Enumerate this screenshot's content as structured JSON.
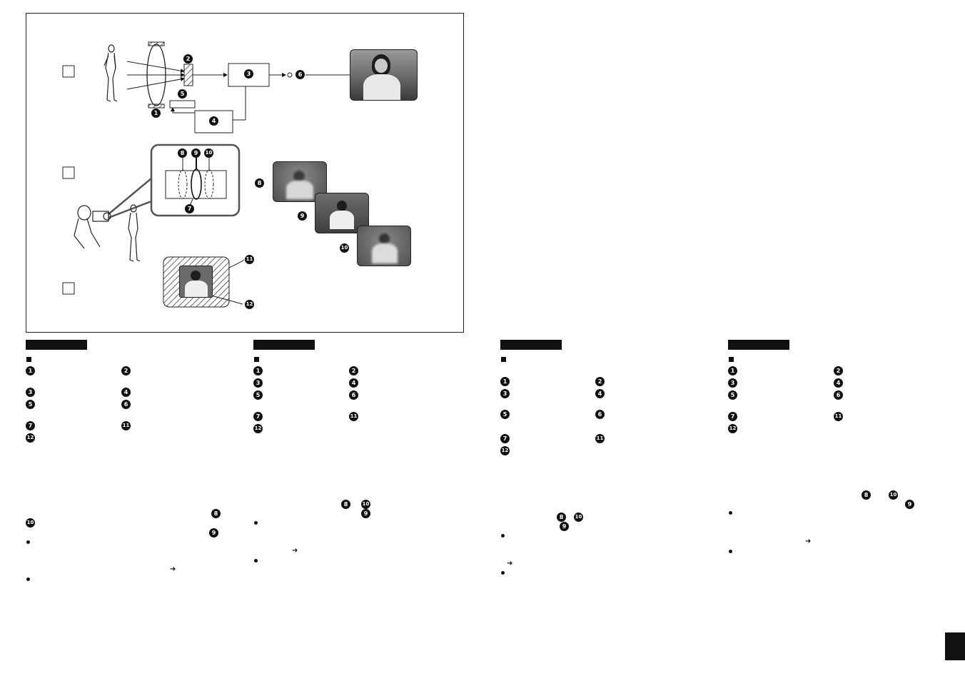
{
  "markers": {
    "m1": "1",
    "m2": "2",
    "m3": "3",
    "m4": "4",
    "m5": "5",
    "m6": "6",
    "m7": "7",
    "m8": "8",
    "m9": "9",
    "m10": "10",
    "m11": "11",
    "m12": "12"
  },
  "arrow_glyph": "➜",
  "icons": {
    "section": "square-bullet-icon",
    "bullet": "dot-bullet-icon",
    "arrow": "right-arrow-icon"
  },
  "colors": {
    "ink": "#111111",
    "photo_bg": "#5a5a5a"
  }
}
